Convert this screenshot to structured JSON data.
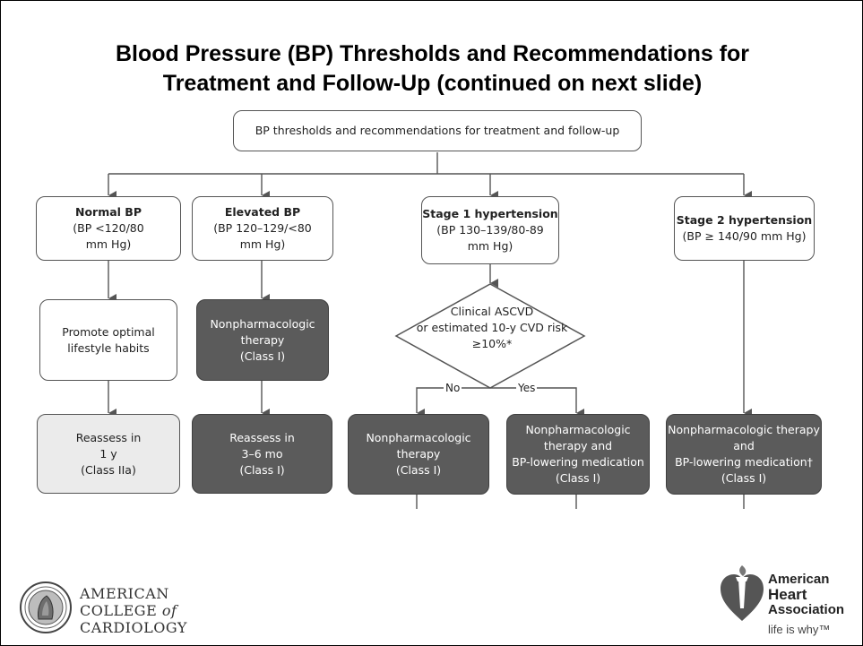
{
  "title": {
    "line1": "Blood Pressure (BP) Thresholds and Recommendations for",
    "line2": "Treatment and Follow-Up (continued on next slide)"
  },
  "root": {
    "text": "BP thresholds and recommendations for treatment and follow-up"
  },
  "categories": [
    {
      "name": "Normal BP",
      "detail_lines": [
        "(BP <120/80",
        "mm Hg)"
      ]
    },
    {
      "name": "Elevated BP",
      "detail_lines": [
        "(BP 120–129/<80",
        "mm Hg)"
      ]
    },
    {
      "name": "Stage 1 hypertension",
      "detail_lines": [
        "(BP 130–139/80-89",
        "mm Hg)"
      ]
    },
    {
      "name": "Stage 2 hypertension",
      "detail_lines": [
        "(BP ≥ 140/90 mm Hg)"
      ]
    }
  ],
  "normal_path": {
    "action_lines": [
      "Promote optimal",
      "lifestyle habits"
    ],
    "followup_lines": [
      "Reassess in",
      "1 y",
      "(Class IIa)"
    ]
  },
  "elevated_path": {
    "action_lines": [
      "Nonpharmacologic",
      "therapy",
      "(Class I)"
    ],
    "followup_lines": [
      "Reassess in",
      "3–6 mo",
      "(Class I)"
    ]
  },
  "stage1_path": {
    "decision_lines": [
      "Clinical ASCVD",
      "or estimated 10-y CVD risk",
      "≥10%*"
    ],
    "no_label": "No",
    "yes_label": "Yes",
    "no_outcome_lines": [
      "Nonpharmacologic",
      "therapy",
      "(Class I)"
    ],
    "yes_outcome_lines": [
      "Nonpharmacologic",
      "therapy and",
      "BP-lowering medication",
      "(Class I)"
    ]
  },
  "stage2_path": {
    "outcome_lines": [
      "Nonpharmacologic therapy",
      "and",
      "BP-lowering medication†",
      "(Class I)"
    ]
  },
  "logos": {
    "acc": {
      "line1": "AMERICAN",
      "line2a": "COLLEGE ",
      "line2b": "of",
      "line3": "CARDIOLOGY"
    },
    "aha": {
      "line1": "American",
      "line2": "Heart",
      "line3": "Association",
      "tagline": "life is why™"
    }
  },
  "colors": {
    "dark_box": "#5b5b5b",
    "light_box": "#ebebeb",
    "line": "#555555"
  }
}
